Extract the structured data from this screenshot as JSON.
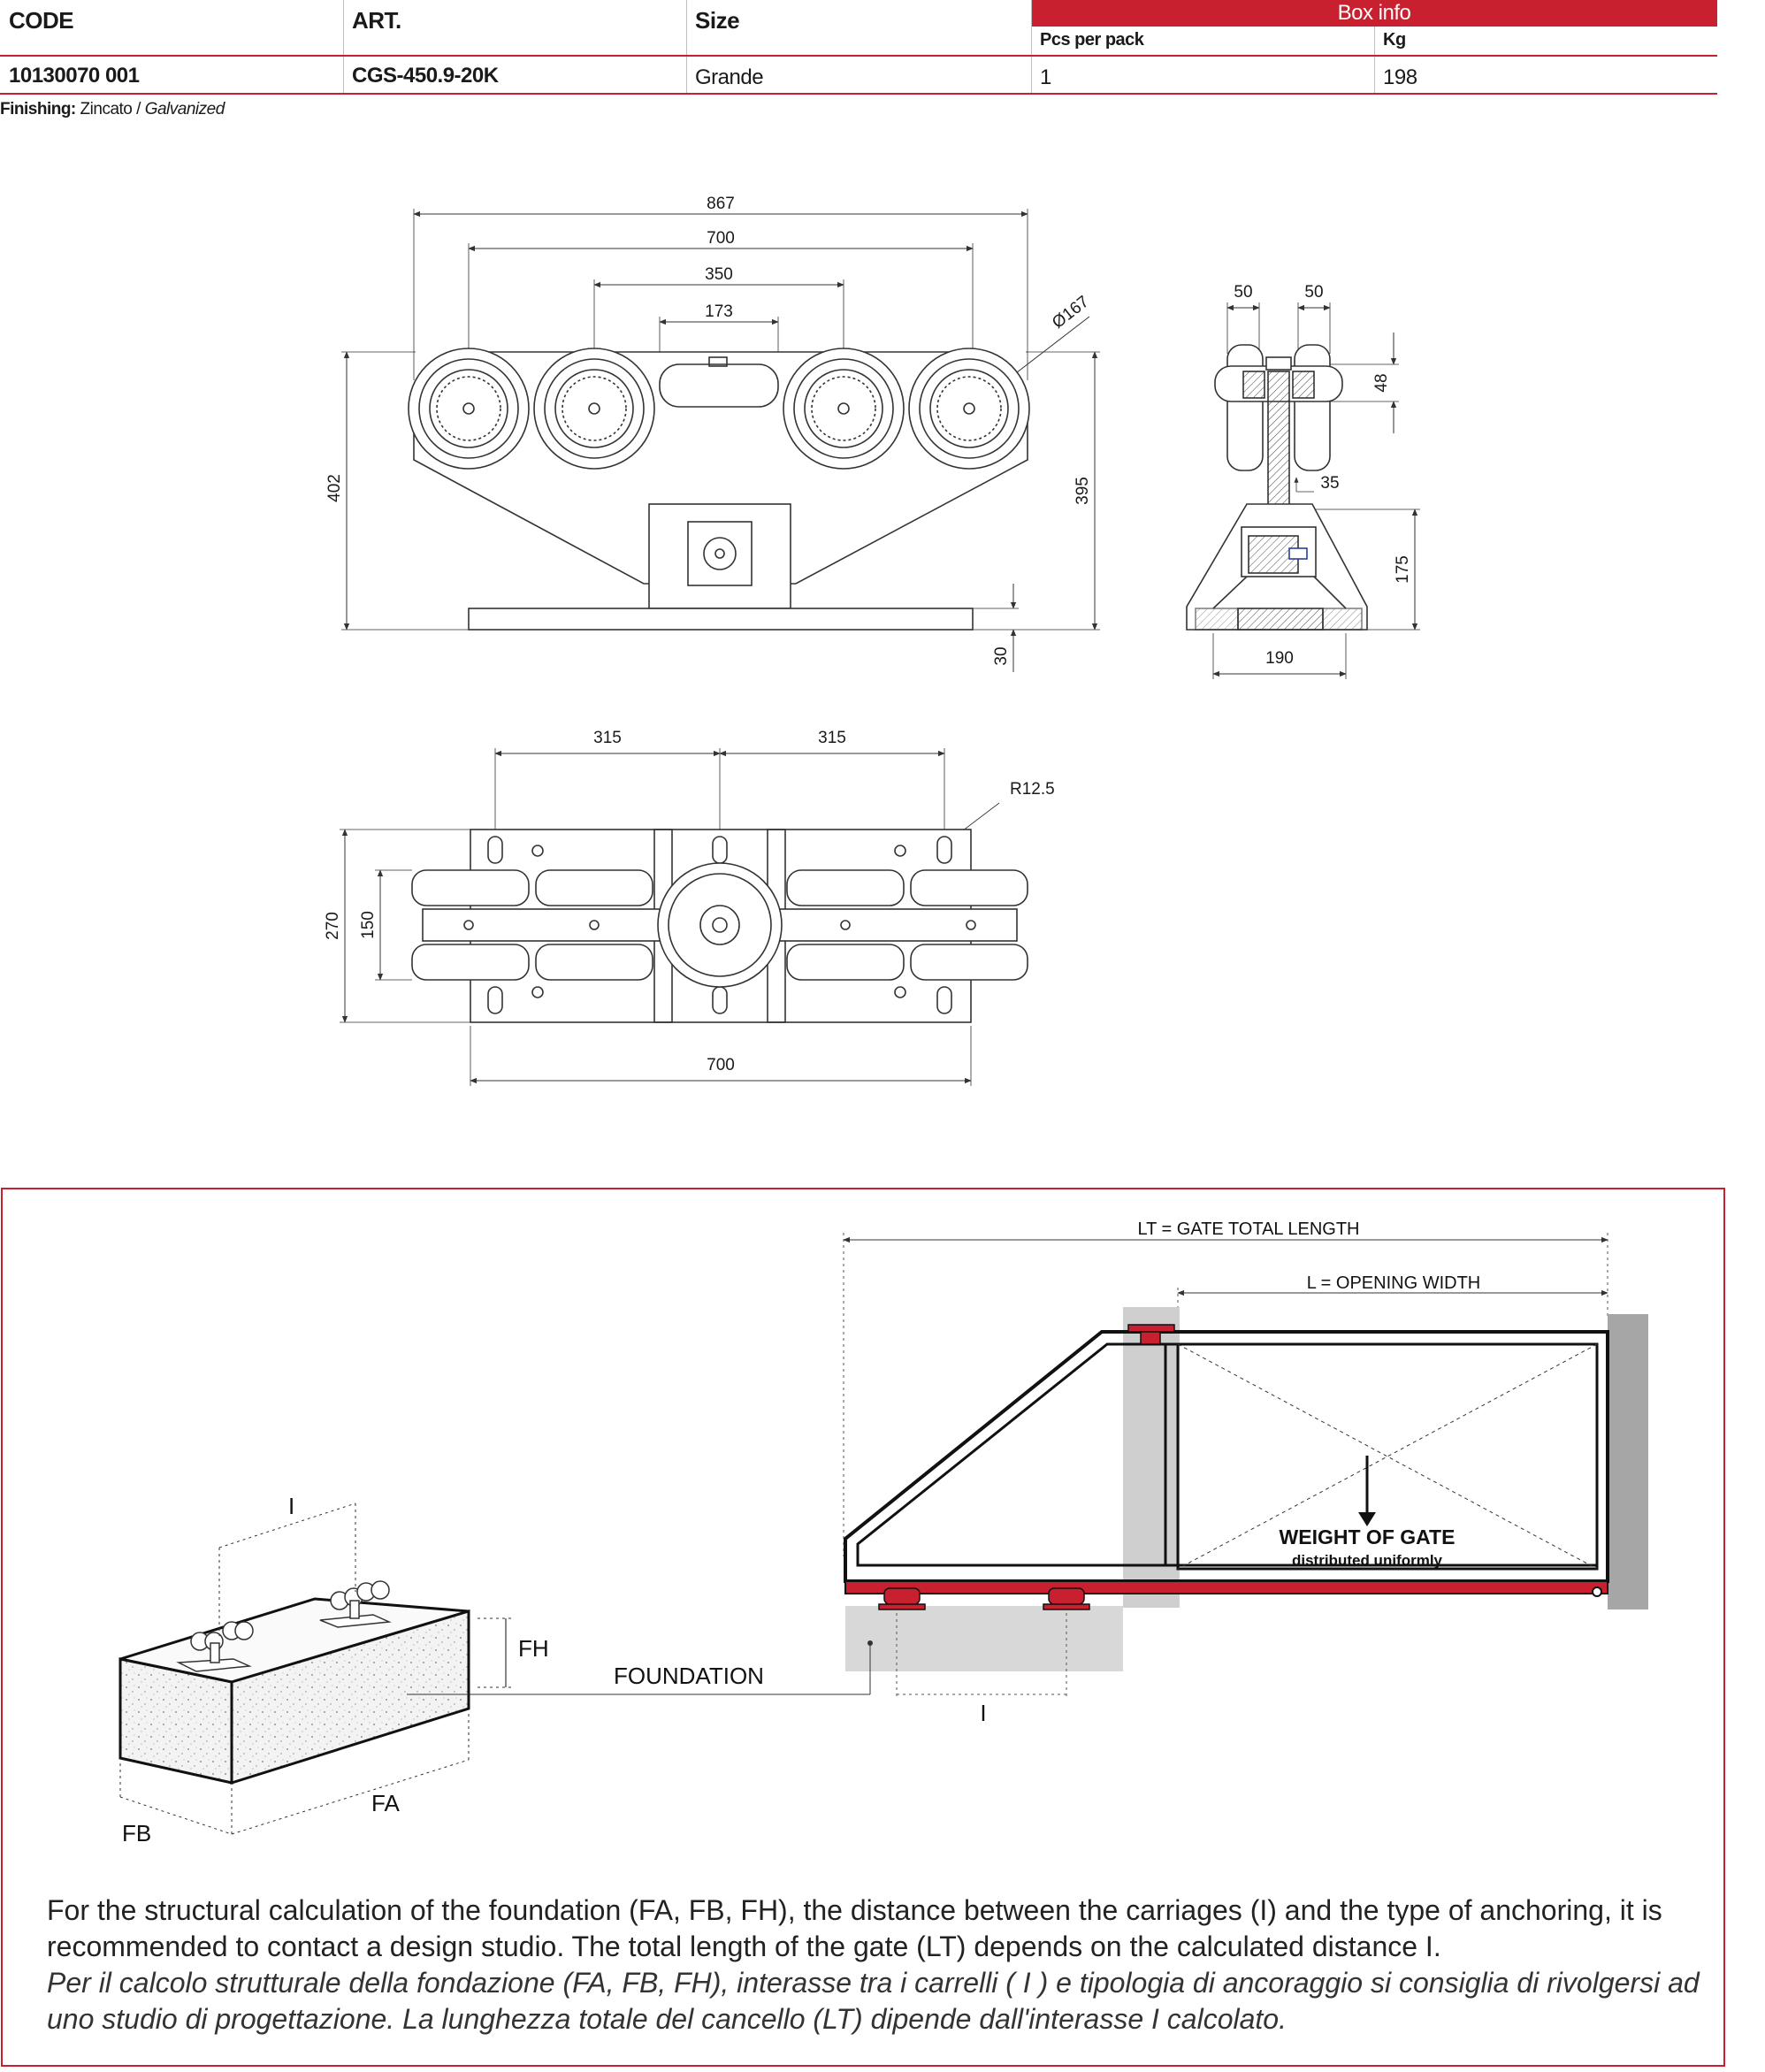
{
  "table": {
    "headers": {
      "code": "CODE",
      "art": "ART.",
      "size": "Size",
      "box_info": "Box info",
      "pcs_per_pack": "Pcs per pack",
      "kg": "Kg"
    },
    "row": {
      "code": "10130070  001",
      "art": "CGS-450.9-20K",
      "size": "Grande",
      "pcs_per_pack": "1",
      "kg": "198"
    }
  },
  "finishing": {
    "label": "Finishing:",
    "value": "Zincato /",
    "value_en": "Galvanized"
  },
  "front_view_dims": {
    "d867": "867",
    "d700": "700",
    "d350": "350",
    "d173": "173",
    "dia": "Ø167",
    "h402": "402",
    "h395": "395",
    "h30": "30"
  },
  "side_view_dims": {
    "w50a": "50",
    "w50b": "50",
    "h48": "48",
    "w35": "35",
    "h175": "175",
    "w190": "190"
  },
  "top_view_dims": {
    "w315a": "315",
    "w315b": "315",
    "r": "R12.5",
    "h270": "270",
    "h150": "150",
    "w700": "700"
  },
  "gate_diagram": {
    "lt_label": "LT = GATE TOTAL LENGTH",
    "l_label": "L = OPENING WIDTH",
    "weight_label": "WEIGHT OF GATE",
    "weight_sub": "distributed uniformly",
    "i_label": "I"
  },
  "foundation_diagram": {
    "foundation_label": "FOUNDATION",
    "fh": "FH",
    "fa": "FA",
    "fb": "FB",
    "i_label": "I"
  },
  "notes": {
    "en": "For the structural calculation of the foundation (FA, FB, FH), the distance between the carriages (I) and the type of anchoring, it is recommended to contact a design studio. The total length of the gate (LT) depends on the calculated distance I.",
    "it": "Per il calcolo strutturale della fondazione (FA, FB, FH), interasse tra i carrelli ( I ) e tipologia di ancoraggio si consiglia di rivolgersi ad uno studio di progettazione. La lunghezza totale del cancello (LT) dipende dall'interasse I calcolato."
  },
  "colors": {
    "accent": "#c9202f",
    "grey_block": "#d8d8d8",
    "post": "#a6a6a6"
  }
}
